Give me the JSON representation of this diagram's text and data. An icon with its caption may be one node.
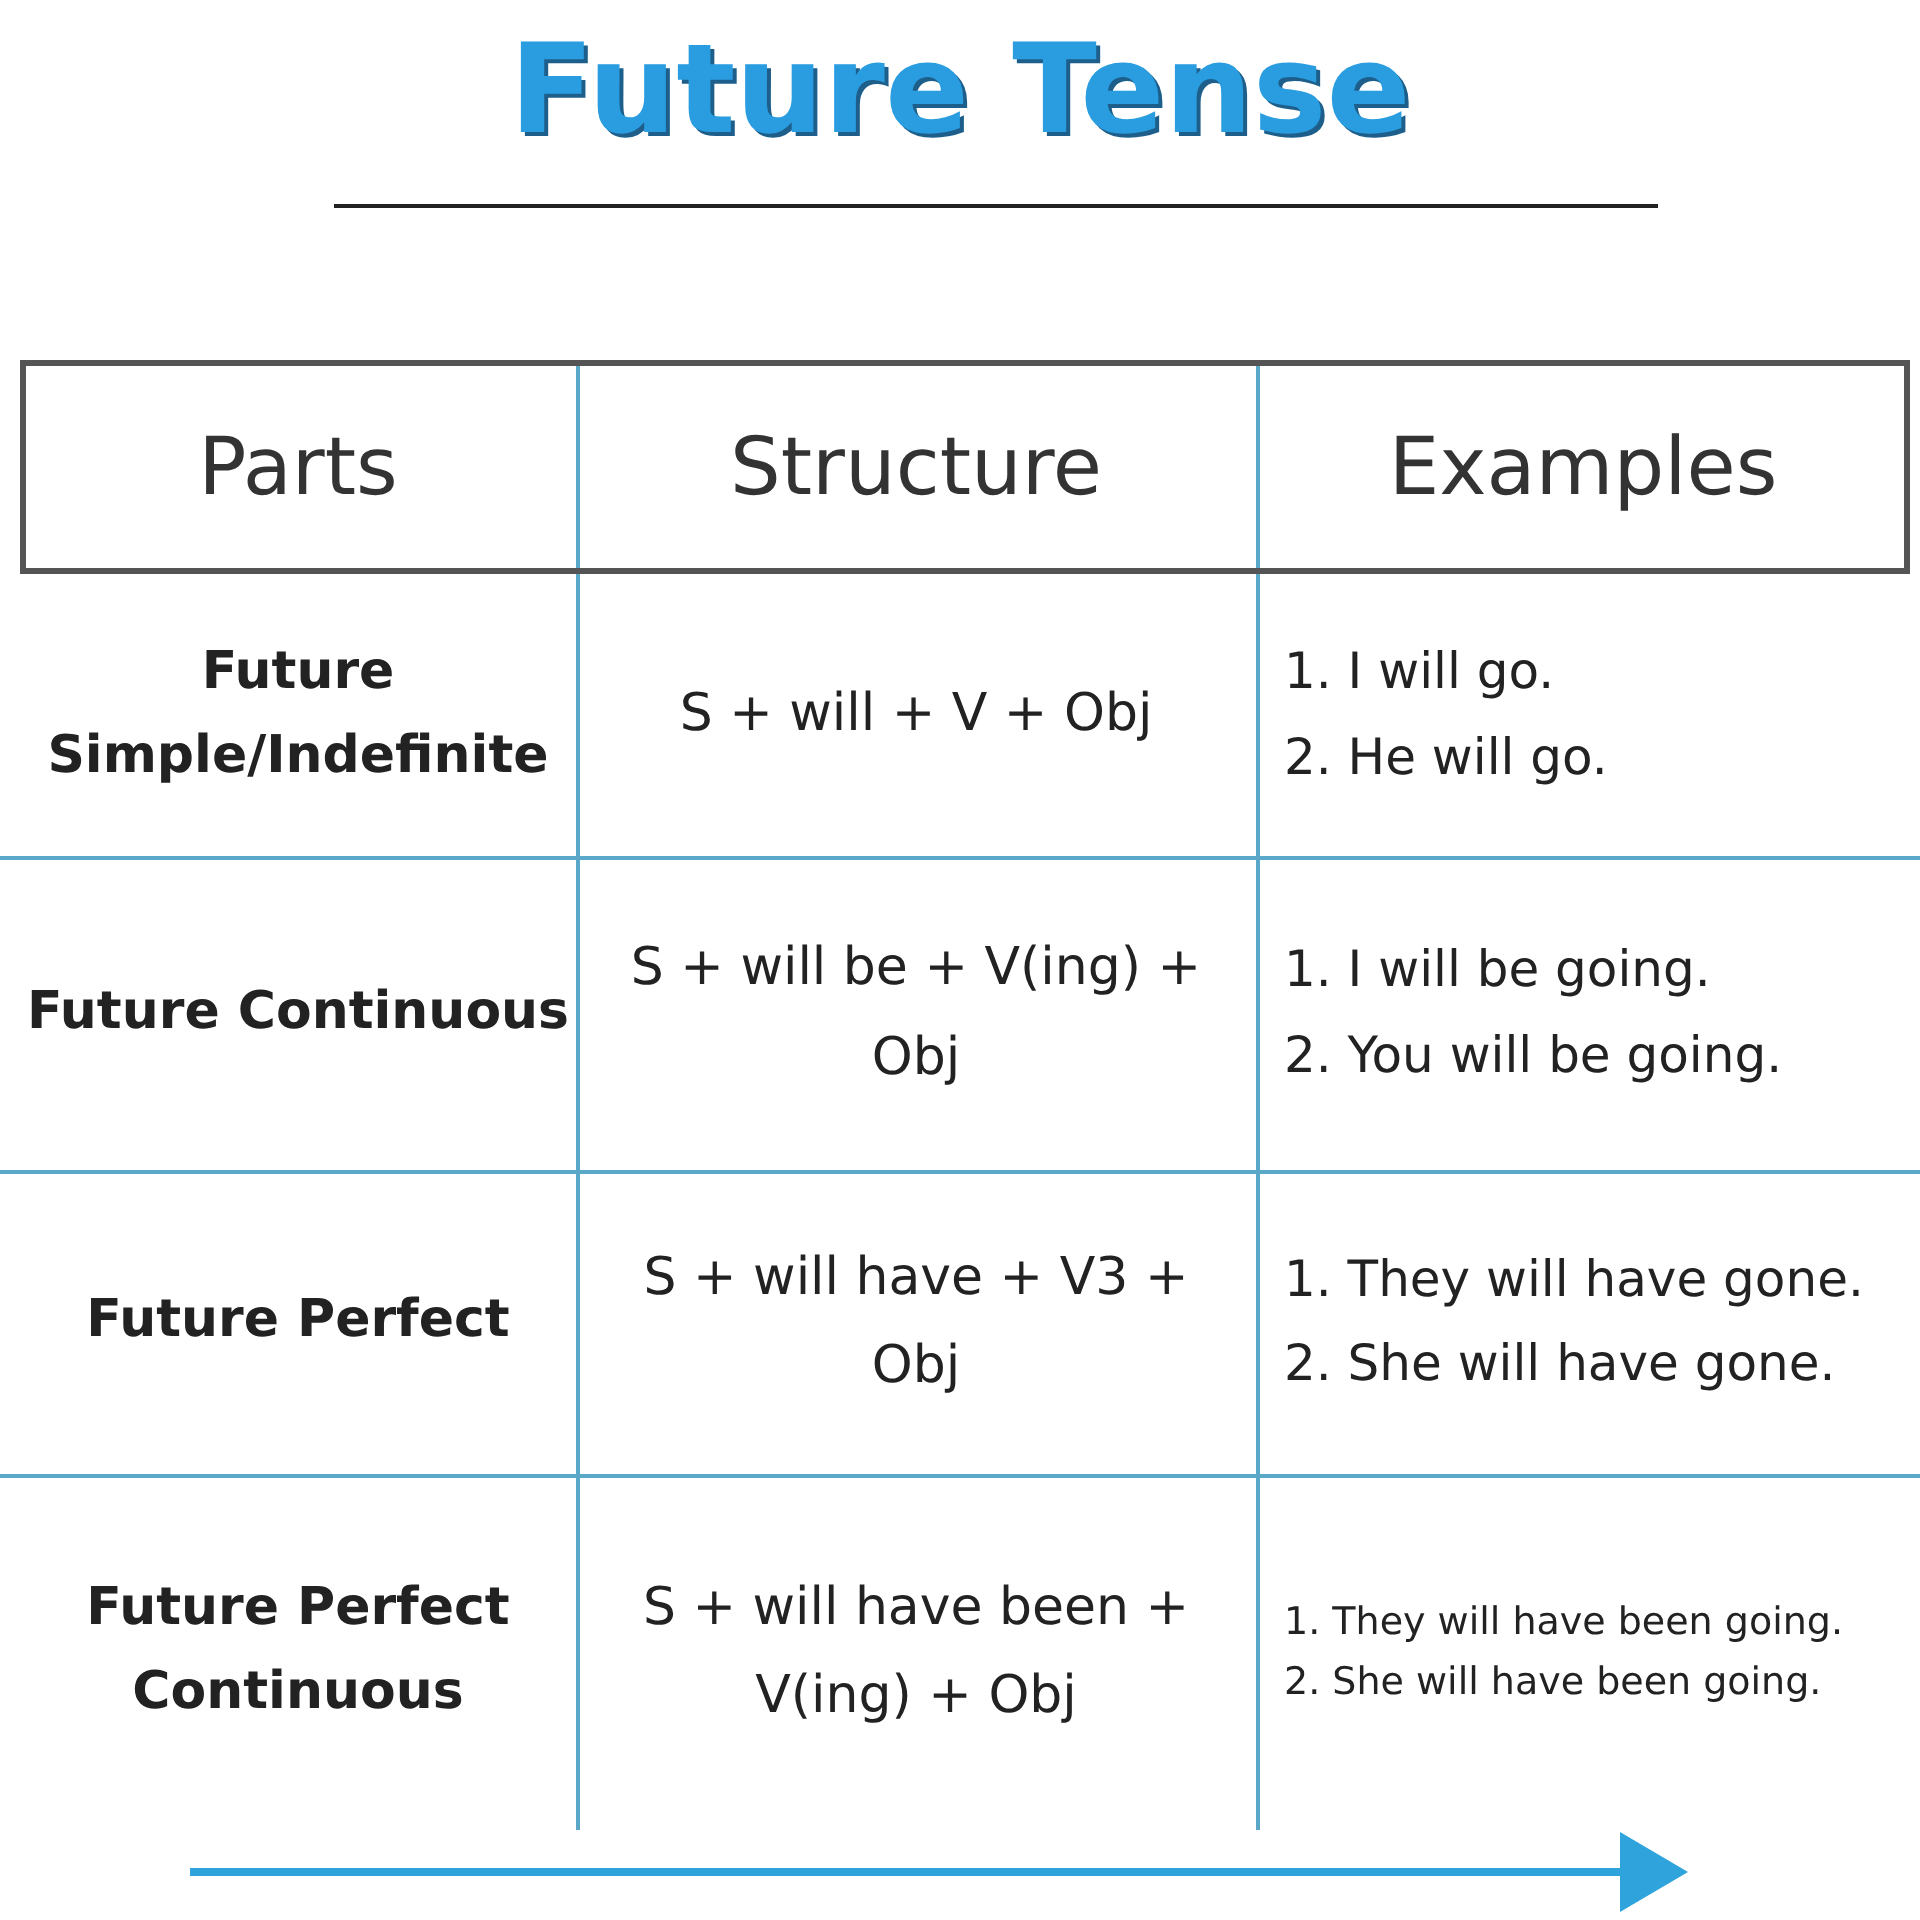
{
  "diagram": {
    "title": "Future Tense",
    "labels": [
      "Parts",
      "Structure",
      "Examples",
      "Future Simple/Indefinite",
      "S + will + V + Obj",
      "1. I will go.",
      "2. He will go.",
      "Future Continuous",
      "S + will be + V(ing) + Obj",
      "1. I will be going.",
      "2. You will be going.",
      "Future Perfect",
      "S + will have + V3 + Obj",
      "1. They will have gone.",
      "2. She will have gone.",
      "Future Perfect Continuous",
      "S + will have been + V(ing) + Obj",
      "1. They will have been going.",
      "2. She will have been going."
    ]
  }
}
